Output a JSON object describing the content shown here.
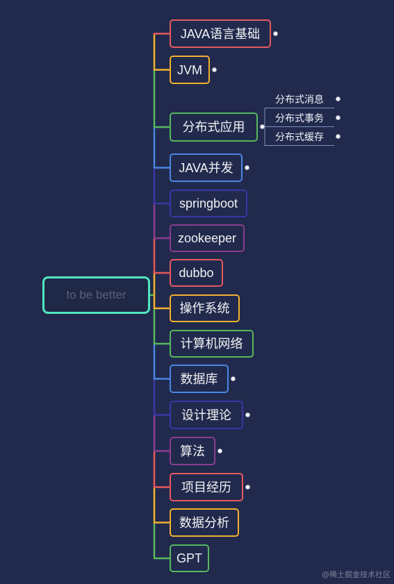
{
  "root": {
    "label": "to be better"
  },
  "branches": [
    {
      "label": "JAVA语言基础",
      "color": "#e8585f",
      "collapsed": true
    },
    {
      "label": "JVM",
      "color": "#f2b12e",
      "collapsed": true
    },
    {
      "label": "分布式应用",
      "color": "#57b85f",
      "collapsed": false,
      "children": [
        "分布式消息",
        "分布式事务",
        "分布式缓存"
      ]
    },
    {
      "label": "JAVA并发",
      "color": "#4b86e3",
      "collapsed": true
    },
    {
      "label": "springboot",
      "color": "#3a36a6",
      "collapsed": false
    },
    {
      "label": "zookeeper",
      "color": "#8a3d8f",
      "collapsed": false
    },
    {
      "label": "dubbo",
      "color": "#e8585f",
      "collapsed": false
    },
    {
      "label": "操作系统",
      "color": "#f2b12e",
      "collapsed": false
    },
    {
      "label": "计算机网络",
      "color": "#57b85f",
      "collapsed": false
    },
    {
      "label": "数据库",
      "color": "#4b86e3",
      "collapsed": true
    },
    {
      "label": "设计理论",
      "color": "#3a36a6",
      "collapsed": true
    },
    {
      "label": "算法",
      "color": "#8a3d8f",
      "collapsed": true
    },
    {
      "label": "项目经历",
      "color": "#e8585f",
      "collapsed": true
    },
    {
      "label": "数据分析",
      "color": "#f2b12e",
      "collapsed": false
    },
    {
      "label": "GPT",
      "color": "#57b85f",
      "collapsed": false
    }
  ],
  "watermark": "@稀土掘金技术社区"
}
